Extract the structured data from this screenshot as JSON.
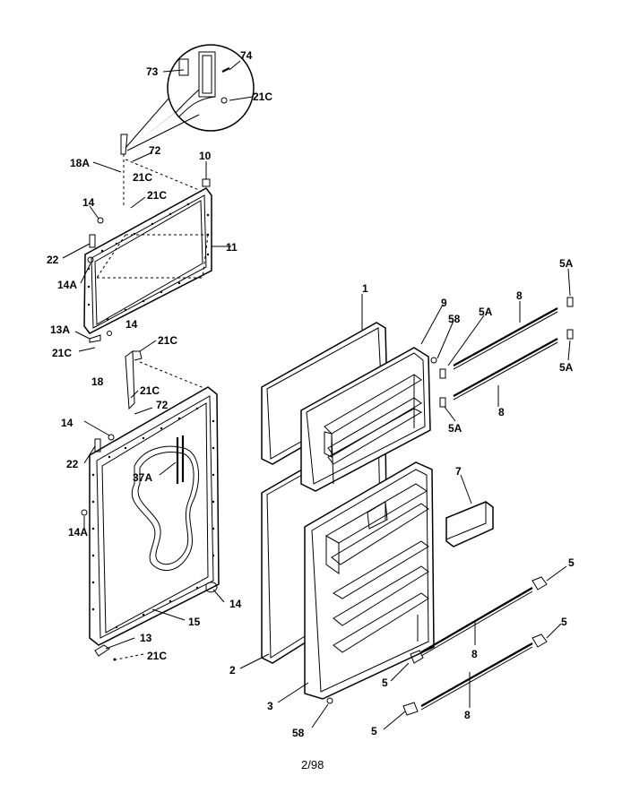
{
  "labels": {
    "p1": "1",
    "p2": "2",
    "p3": "3",
    "p5a": "5",
    "p5b": "5",
    "p5c": "5",
    "p5d": "5",
    "p5A_a": "5A",
    "p5A_b": "5A",
    "p5A_c": "5A",
    "p5A_d": "5A",
    "p7": "7",
    "p8a": "8",
    "p8b": "8",
    "p8c": "8",
    "p8d": "8",
    "p9": "9",
    "p10": "10",
    "p11": "11",
    "p13": "13",
    "p13A": "13A",
    "p14a": "14",
    "p14b": "14",
    "p14c": "14",
    "p14d": "14",
    "p14A_a": "14A",
    "p14A_b": "14A",
    "p15": "15",
    "p18": "18",
    "p18A": "18A",
    "p21C_a": "21C",
    "p21C_b": "21C",
    "p21C_c": "21C",
    "p21C_d": "21C",
    "p21C_e": "21C",
    "p21C_f": "21C",
    "p21C_g": "21C",
    "p22a": "22",
    "p22b": "22",
    "p37A": "37A",
    "p58a": "58",
    "p58b": "58",
    "p72a": "72",
    "p72b": "72",
    "p73": "73",
    "p74": "74"
  },
  "footer": {
    "page": "2/98"
  }
}
